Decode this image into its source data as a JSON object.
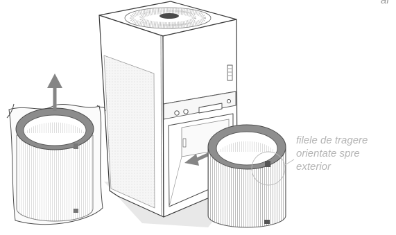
{
  "callout": {
    "lines": [
      "filele de tragere",
      "orientate spre",
      "exterior"
    ]
  },
  "corner_text": "ar",
  "colors": {
    "outline": "#3a3a3a",
    "arrow": "#8a8a8a",
    "shadow": "#e6e6e6",
    "callout_text": "#b4b4b4",
    "filter_ring": "#8c8c8c",
    "pleats": "#a0a0a0"
  },
  "icons": [
    "up-arrow-icon",
    "insert-arrow-icon"
  ]
}
